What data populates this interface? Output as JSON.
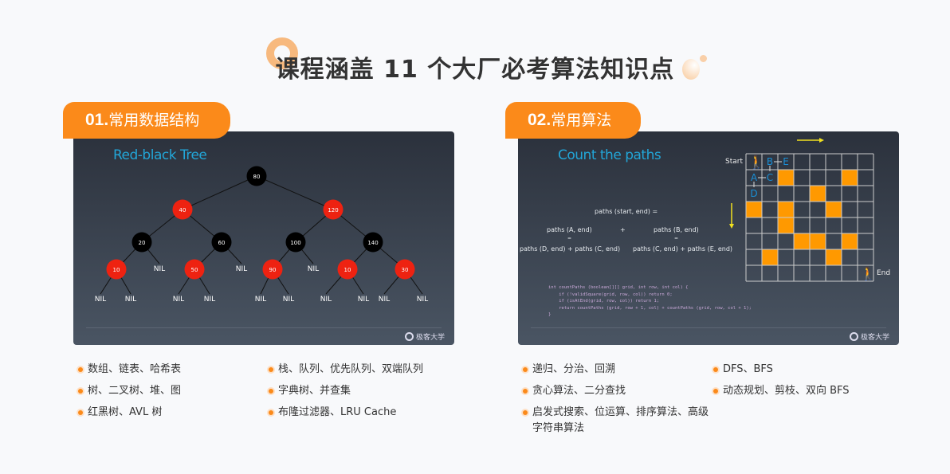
{
  "header": {
    "title": "课程涵盖 11 个大厂必考算法知识点"
  },
  "sections": [
    {
      "num": "01.",
      "label": "常用数据结构",
      "slide": {
        "title": "Red-black Tree",
        "logo": "极客大学",
        "tree": {
          "nodes": [
            {
              "v": "80",
              "c": "black"
            },
            {
              "v": "40",
              "c": "red"
            },
            {
              "v": "120",
              "c": "red"
            },
            {
              "v": "20",
              "c": "black"
            },
            {
              "v": "60",
              "c": "black"
            },
            {
              "v": "100",
              "c": "black"
            },
            {
              "v": "140",
              "c": "black"
            },
            {
              "v": "10",
              "c": "red"
            },
            {
              "v": "NIL",
              "c": "nil"
            },
            {
              "v": "50",
              "c": "red"
            },
            {
              "v": "NIL",
              "c": "nil"
            },
            {
              "v": "90",
              "c": "red"
            },
            {
              "v": "NIL",
              "c": "nil"
            },
            {
              "v": "10",
              "c": "red"
            },
            {
              "v": "30",
              "c": "red"
            },
            {
              "v": "NIL",
              "c": "nil"
            },
            {
              "v": "NIL",
              "c": "nil"
            },
            {
              "v": "NIL",
              "c": "nil"
            },
            {
              "v": "NIL",
              "c": "nil"
            },
            {
              "v": "NIL",
              "c": "nil"
            },
            {
              "v": "NIL",
              "c": "nil"
            },
            {
              "v": "NIL",
              "c": "nil"
            },
            {
              "v": "NIL",
              "c": "nil"
            },
            {
              "v": "NIL",
              "c": "nil"
            },
            {
              "v": "NIL",
              "c": "nil"
            }
          ],
          "edges": [
            [
              0,
              1
            ],
            [
              0,
              2
            ],
            [
              1,
              3
            ],
            [
              1,
              4
            ],
            [
              2,
              5
            ],
            [
              2,
              6
            ],
            [
              3,
              7
            ],
            [
              3,
              8
            ],
            [
              4,
              9
            ],
            [
              4,
              10
            ],
            [
              5,
              11
            ],
            [
              5,
              12
            ],
            [
              6,
              13
            ],
            [
              6,
              14
            ],
            [
              7,
              15
            ],
            [
              7,
              16
            ],
            [
              9,
              17
            ],
            [
              9,
              18
            ],
            [
              11,
              19
            ],
            [
              11,
              20
            ],
            [
              13,
              21
            ],
            [
              13,
              22
            ],
            [
              14,
              23
            ],
            [
              14,
              24
            ]
          ]
        }
      },
      "items": [
        "数组、链表、哈希表",
        "树、二叉树、堆、图",
        "红黑树、AVL 树",
        "栈、队列、优先队列、双端队列",
        "字典树、并查集",
        "布隆过滤器、LRU Cache"
      ]
    },
    {
      "num": "02.",
      "label": "常用算法",
      "slide": {
        "title": "Count the paths",
        "logo": "极客大学",
        "start": "Start",
        "end": "End",
        "formula": {
          "top": "paths (start, end) =",
          "a": "paths (A, end)",
          "plus": "+",
          "b": "paths (B, end)",
          "eq": "=",
          "a2": "paths (D, end) + paths (C, end)",
          "b2": "paths (C, end) + paths (E, end)"
        },
        "letters": [
          "A",
          "B",
          "C",
          "D",
          "E"
        ],
        "grid": {
          "size": 8,
          "blocked": [
            [
              1,
              2
            ],
            [
              1,
              6
            ],
            [
              2,
              4
            ],
            [
              3,
              0
            ],
            [
              3,
              2
            ],
            [
              3,
              5
            ],
            [
              4,
              2
            ],
            [
              5,
              3
            ],
            [
              5,
              4
            ],
            [
              5,
              6
            ],
            [
              6,
              1
            ],
            [
              6,
              5
            ]
          ]
        },
        "code": [
          "int countPaths (boolean[][] grid, int row, int col) {",
          "    if (!validSquare(grid, row, col)) return 0;",
          "    if (isAtEnd(grid, row, col)) return 1;",
          "    return countPaths (grid, row + 1, col) + countPaths (grid, row, col + 1);",
          "}"
        ]
      },
      "items": [
        "递归、分治、回溯",
        "贪心算法、二分查找",
        "启发式搜索、位运算、排序算法、高级字符串算法",
        "DFS、BFS",
        "动态规划、剪枝、双向 BFS"
      ]
    }
  ],
  "colors": {
    "accent": "#fb8a1a",
    "red_node": "#ee2211",
    "black_node": "#000000",
    "blocked": "#ff9900",
    "slide_title": "#22a6d8"
  }
}
